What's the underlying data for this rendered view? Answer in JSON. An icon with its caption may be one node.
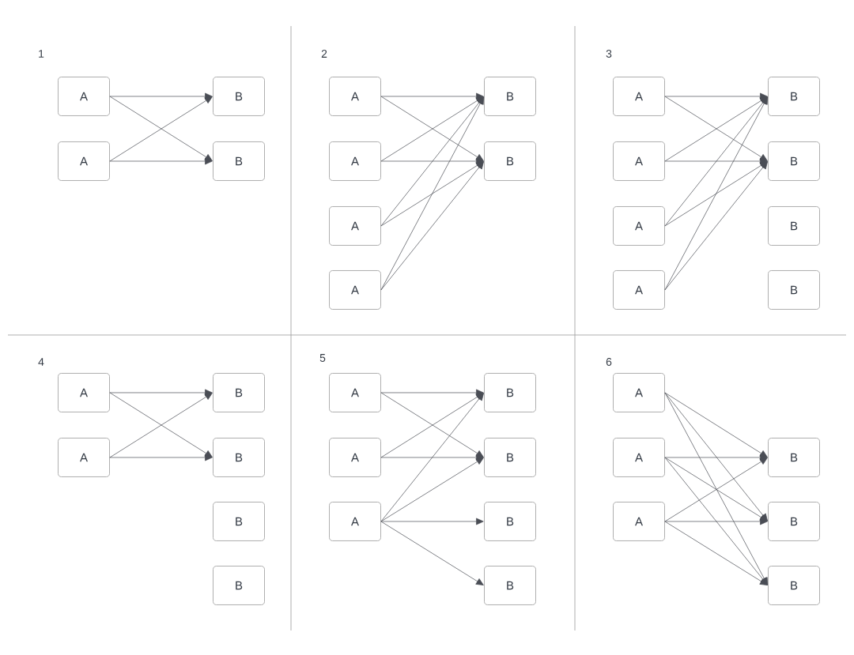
{
  "diagram": {
    "nodes": [
      {
        "text": [
          "A"
        ]
      },
      {
        "text": [
          "A"
        ]
      },
      {
        "text": [
          "B"
        ]
      },
      {
        "text": [
          "B"
        ]
      },
      {
        "text": [
          "A"
        ]
      },
      {
        "text": [
          "A"
        ]
      },
      {
        "text": [
          "A"
        ]
      },
      {
        "text": [
          "A"
        ]
      },
      {
        "text": [
          "B"
        ]
      },
      {
        "text": [
          "B"
        ]
      },
      {
        "text": [
          "A"
        ]
      },
      {
        "text": [
          "A"
        ]
      },
      {
        "text": [
          "A"
        ]
      },
      {
        "text": [
          "A"
        ]
      },
      {
        "text": [
          "B"
        ]
      },
      {
        "text": [
          "B"
        ]
      },
      {
        "text": [
          "B"
        ]
      },
      {
        "text": [
          "B"
        ]
      },
      {
        "text": [
          "A"
        ]
      },
      {
        "text": [
          "A"
        ]
      },
      {
        "text": [
          "B"
        ]
      },
      {
        "text": [
          "B"
        ]
      },
      {
        "text": [
          "B"
        ]
      },
      {
        "text": [
          "B"
        ]
      },
      {
        "text": [
          "A"
        ]
      },
      {
        "text": [
          "A"
        ]
      },
      {
        "text": [
          "A"
        ]
      },
      {
        "text": [
          "B"
        ]
      },
      {
        "text": [
          "B"
        ]
      },
      {
        "text": [
          "B"
        ]
      },
      {
        "text": [
          "B"
        ]
      },
      {
        "text": [
          "A"
        ]
      },
      {
        "text": [
          "A"
        ]
      },
      {
        "text": [
          "A"
        ]
      },
      {
        "text": [
          "B"
        ]
      },
      {
        "text": [
          "B"
        ]
      },
      {
        "text": [
          "B"
        ]
      }
    ],
    "edges": [
      {
        "from": 0,
        "to": 2,
        "arrow": "to"
      },
      {
        "from": 0,
        "to": 3,
        "arrow": "to"
      },
      {
        "from": 1,
        "to": 2,
        "arrow": "to"
      },
      {
        "from": 1,
        "to": 3,
        "arrow": "to"
      },
      {
        "from": 4,
        "to": 8,
        "arrow": "to"
      },
      {
        "from": 4,
        "to": 9,
        "arrow": "to"
      },
      {
        "from": 5,
        "to": 8,
        "arrow": "to"
      },
      {
        "from": 5,
        "to": 9,
        "arrow": "to"
      },
      {
        "from": 6,
        "to": 8,
        "arrow": "to"
      },
      {
        "from": 6,
        "to": 9,
        "arrow": "to"
      },
      {
        "from": 7,
        "to": 8,
        "arrow": "to"
      },
      {
        "from": 7,
        "to": 9,
        "arrow": "to"
      },
      {
        "from": 10,
        "to": 14,
        "arrow": "to"
      },
      {
        "from": 10,
        "to": 15,
        "arrow": "to"
      },
      {
        "from": 11,
        "to": 14,
        "arrow": "to"
      },
      {
        "from": 11,
        "to": 15,
        "arrow": "to"
      },
      {
        "from": 12,
        "to": 14,
        "arrow": "to"
      },
      {
        "from": 12,
        "to": 15,
        "arrow": "to"
      },
      {
        "from": 13,
        "to": 14,
        "arrow": "to"
      },
      {
        "from": 13,
        "to": 15,
        "arrow": "to"
      },
      {
        "from": 18,
        "to": 20,
        "arrow": "to"
      },
      {
        "from": 18,
        "to": 21,
        "arrow": "to"
      },
      {
        "from": 19,
        "to": 20,
        "arrow": "to"
      },
      {
        "from": 19,
        "to": 21,
        "arrow": "to"
      },
      {
        "from": 24,
        "to": 27,
        "arrow": "to"
      },
      {
        "from": 24,
        "to": 28,
        "arrow": "to"
      },
      {
        "from": 25,
        "to": 27,
        "arrow": "to"
      },
      {
        "from": 25,
        "to": 28,
        "arrow": "to"
      },
      {
        "from": 26,
        "to": 27,
        "arrow": "to"
      },
      {
        "from": 26,
        "to": 28,
        "arrow": "to"
      },
      {
        "from": 26,
        "to": 29,
        "arrow": "to"
      },
      {
        "from": 26,
        "to": 30,
        "arrow": "to"
      },
      {
        "from": 31,
        "to": 34,
        "arrow": "to"
      },
      {
        "from": 31,
        "to": 35,
        "arrow": "to"
      },
      {
        "from": 31,
        "to": 36,
        "arrow": "to"
      },
      {
        "from": 32,
        "to": 34,
        "arrow": "to"
      },
      {
        "from": 32,
        "to": 35,
        "arrow": "to"
      },
      {
        "from": 32,
        "to": 36,
        "arrow": "to"
      },
      {
        "from": 33,
        "to": 34,
        "arrow": "to"
      },
      {
        "from": 33,
        "to": 35,
        "arrow": "to"
      },
      {
        "from": 33,
        "to": 36,
        "arrow": "to"
      }
    ],
    "labels": [
      "1",
      "2",
      "3",
      "4",
      "5",
      "6"
    ]
  }
}
